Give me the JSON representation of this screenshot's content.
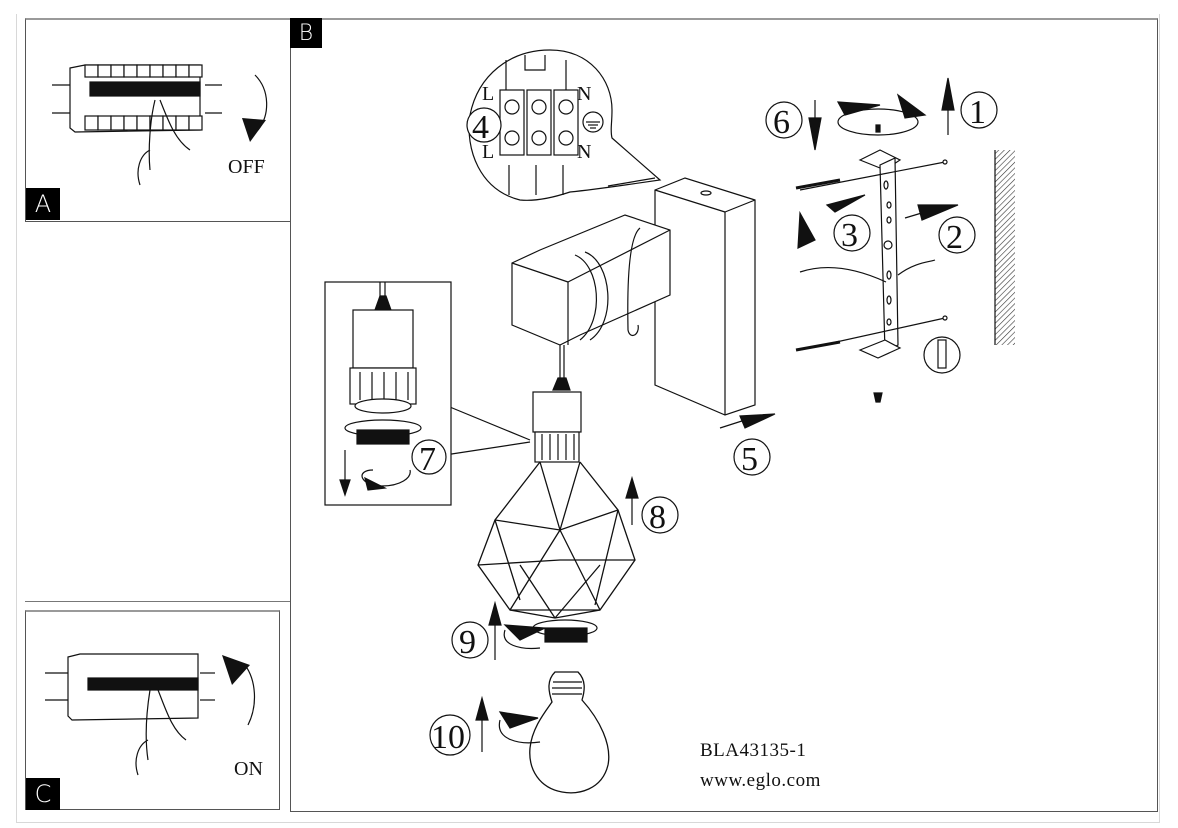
{
  "document": {
    "type": "assembly-instructions",
    "model_code": "BLA43135-1",
    "website": "www.eglo.com"
  },
  "panels": {
    "A": {
      "badge": "A",
      "label": "OFF",
      "description": "breaker-switch-off"
    },
    "B": {
      "badge": "B",
      "description": "wall-lamp-assembly"
    },
    "C": {
      "badge": "C",
      "label": "ON",
      "description": "breaker-switch-on"
    }
  },
  "wiring": {
    "step": "4",
    "terminals": {
      "live_top": "L",
      "live_bottom": "L",
      "neutral_top": "N",
      "neutral_bottom": "N"
    },
    "ground_symbol": "earth-ground-icon"
  },
  "steps": [
    {
      "number": "1",
      "label": "1"
    },
    {
      "number": "2",
      "label": "2"
    },
    {
      "number": "3",
      "label": "3"
    },
    {
      "number": "4",
      "label": "4"
    },
    {
      "number": "5",
      "label": "5"
    },
    {
      "number": "6",
      "label": "6"
    },
    {
      "number": "7",
      "label": "7"
    },
    {
      "number": "8",
      "label": "8"
    },
    {
      "number": "9",
      "label": "9"
    },
    {
      "number": "10",
      "label": "10"
    }
  ]
}
